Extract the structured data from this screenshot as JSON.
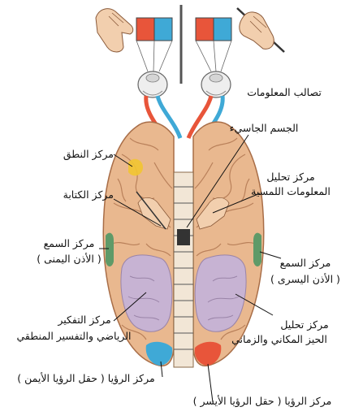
{
  "labels": {
    "crossing": "تصالب المعلومات",
    "corpus_callosum": "الجسم الجاسيء",
    "speech_center": "مركز النطق",
    "writing_center": "مركز الكتابة",
    "touch_center_l1": "مركز تحليل",
    "touch_center_l2": "المعلومات اللمسية",
    "hearing_right_l1": "مركز السمع",
    "hearing_right_l2": "( الأذن اليمنى )",
    "hearing_left_l1": "مركز السمع",
    "hearing_left_l2": "( الأذن اليسرى )",
    "thinking_l1": "مركز التفكير",
    "thinking_l2": "الرياضي والتفسير المنطقي",
    "spatial_l1": "مركز تحليل",
    "spatial_l2": "الحيز المكاني والزماني",
    "vision_right": "مركز الرؤيا ( حقل الرؤيا الأيمن )",
    "vision_left": "مركز الرؤيا ( حقل الرؤيا الأيسر )"
  },
  "colors": {
    "left_field": "#e8553a",
    "right_field": "#3fa9d6",
    "brain": "#e9b88f",
    "brain_dark": "#b9805a",
    "purple": "#c7b3d3",
    "green": "#5f9a68",
    "yellow": "#f2c531",
    "skin": "#f2cfae"
  }
}
